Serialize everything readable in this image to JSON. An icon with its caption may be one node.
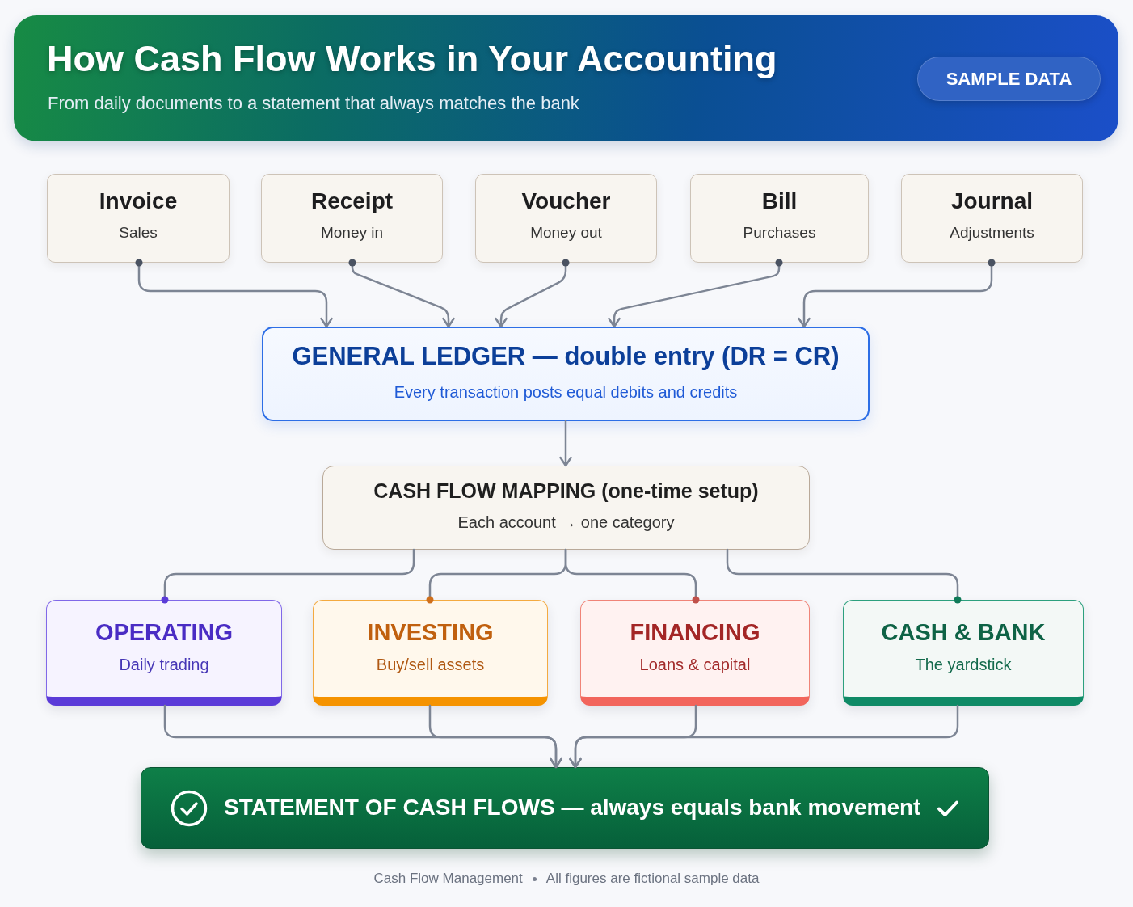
{
  "diagram": {
    "title": "How Cash Flow Works in Your Accounting",
    "nodes": [
      {
        "text": [
          "Invoice",
          "Sales"
        ]
      },
      {
        "text": [
          "Receipt",
          "Money in"
        ]
      },
      {
        "text": [
          "Voucher",
          "Money out"
        ]
      },
      {
        "text": [
          "Bill",
          "Purchases"
        ]
      },
      {
        "text": [
          "Journal",
          "Adjustments"
        ]
      },
      {
        "text": [
          "GENERAL LEDGER — double entry (DR = CR)",
          "Every transaction posts equal debits and credits"
        ]
      },
      {
        "text": [
          "CASH FLOW MAPPING (one-time setup)",
          "Each account → one category"
        ]
      },
      {
        "text": [
          "OPERATING",
          "Daily trading"
        ]
      },
      {
        "text": [
          "INVESTING",
          "Buy/sell assets"
        ]
      },
      {
        "text": [
          "FINANCING",
          "Loans & capital"
        ]
      },
      {
        "text": [
          "CASH & BANK",
          "The yardstick"
        ]
      },
      {
        "text": [
          "STATEMENT OF CASH FLOWS — always equals bank movement"
        ]
      }
    ],
    "edges": [
      {
        "from": 0,
        "to": 5,
        "arrow": "to"
      },
      {
        "from": 1,
        "to": 5,
        "arrow": "to"
      },
      {
        "from": 2,
        "to": 5,
        "arrow": "to"
      },
      {
        "from": 3,
        "to": 5,
        "arrow": "to"
      },
      {
        "from": 4,
        "to": 5,
        "arrow": "to"
      },
      {
        "from": 5,
        "to": 6,
        "arrow": "to"
      },
      {
        "from": 6,
        "to": 7,
        "arrow": "other"
      },
      {
        "from": 6,
        "to": 8,
        "arrow": "other"
      },
      {
        "from": 6,
        "to": 9,
        "arrow": "other"
      },
      {
        "from": 6,
        "to": 10,
        "arrow": "other"
      },
      {
        "from": 7,
        "to": 11,
        "arrow": "to"
      },
      {
        "from": 8,
        "to": 11,
        "arrow": "to"
      },
      {
        "from": 9,
        "to": 11,
        "arrow": "to"
      },
      {
        "from": 10,
        "to": 11,
        "arrow": "to"
      }
    ],
    "labels": [
      "From daily documents to a statement that always matches the bank",
      "SAMPLE DATA",
      "Cash Flow Management",
      "All figures are fictional sample data"
    ]
  }
}
